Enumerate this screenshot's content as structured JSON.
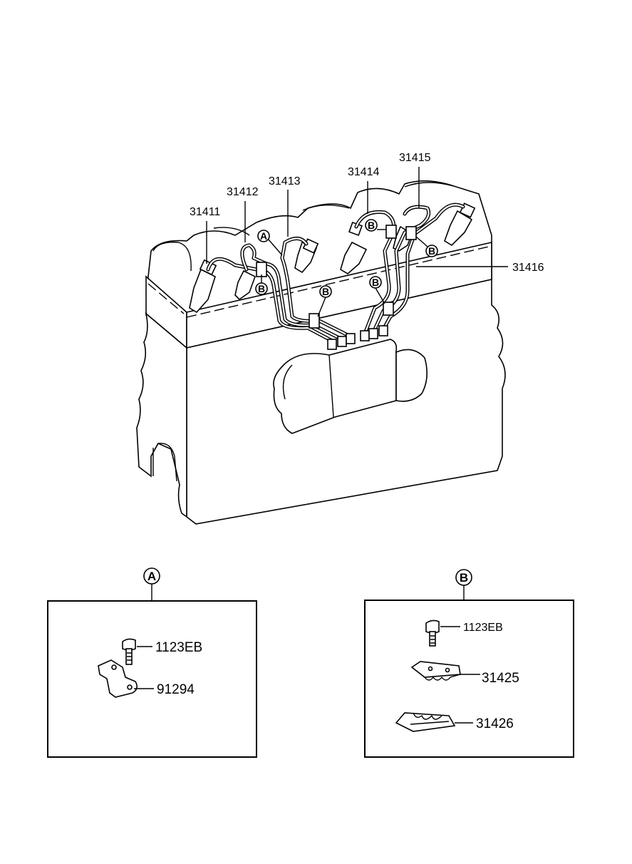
{
  "callouts": {
    "p31411": "31411",
    "p31412": "31412",
    "p31413": "31413",
    "p31414": "31414",
    "p31415": "31415",
    "p31416": "31416"
  },
  "markers": {
    "a": "A",
    "b": "B"
  },
  "detail_a": {
    "title": "A",
    "bolt": "1123EB",
    "clamp": "91294"
  },
  "detail_b": {
    "title": "B",
    "bolt": "1123EB",
    "clamp_upper": "31425",
    "clamp_lower": "31426"
  }
}
